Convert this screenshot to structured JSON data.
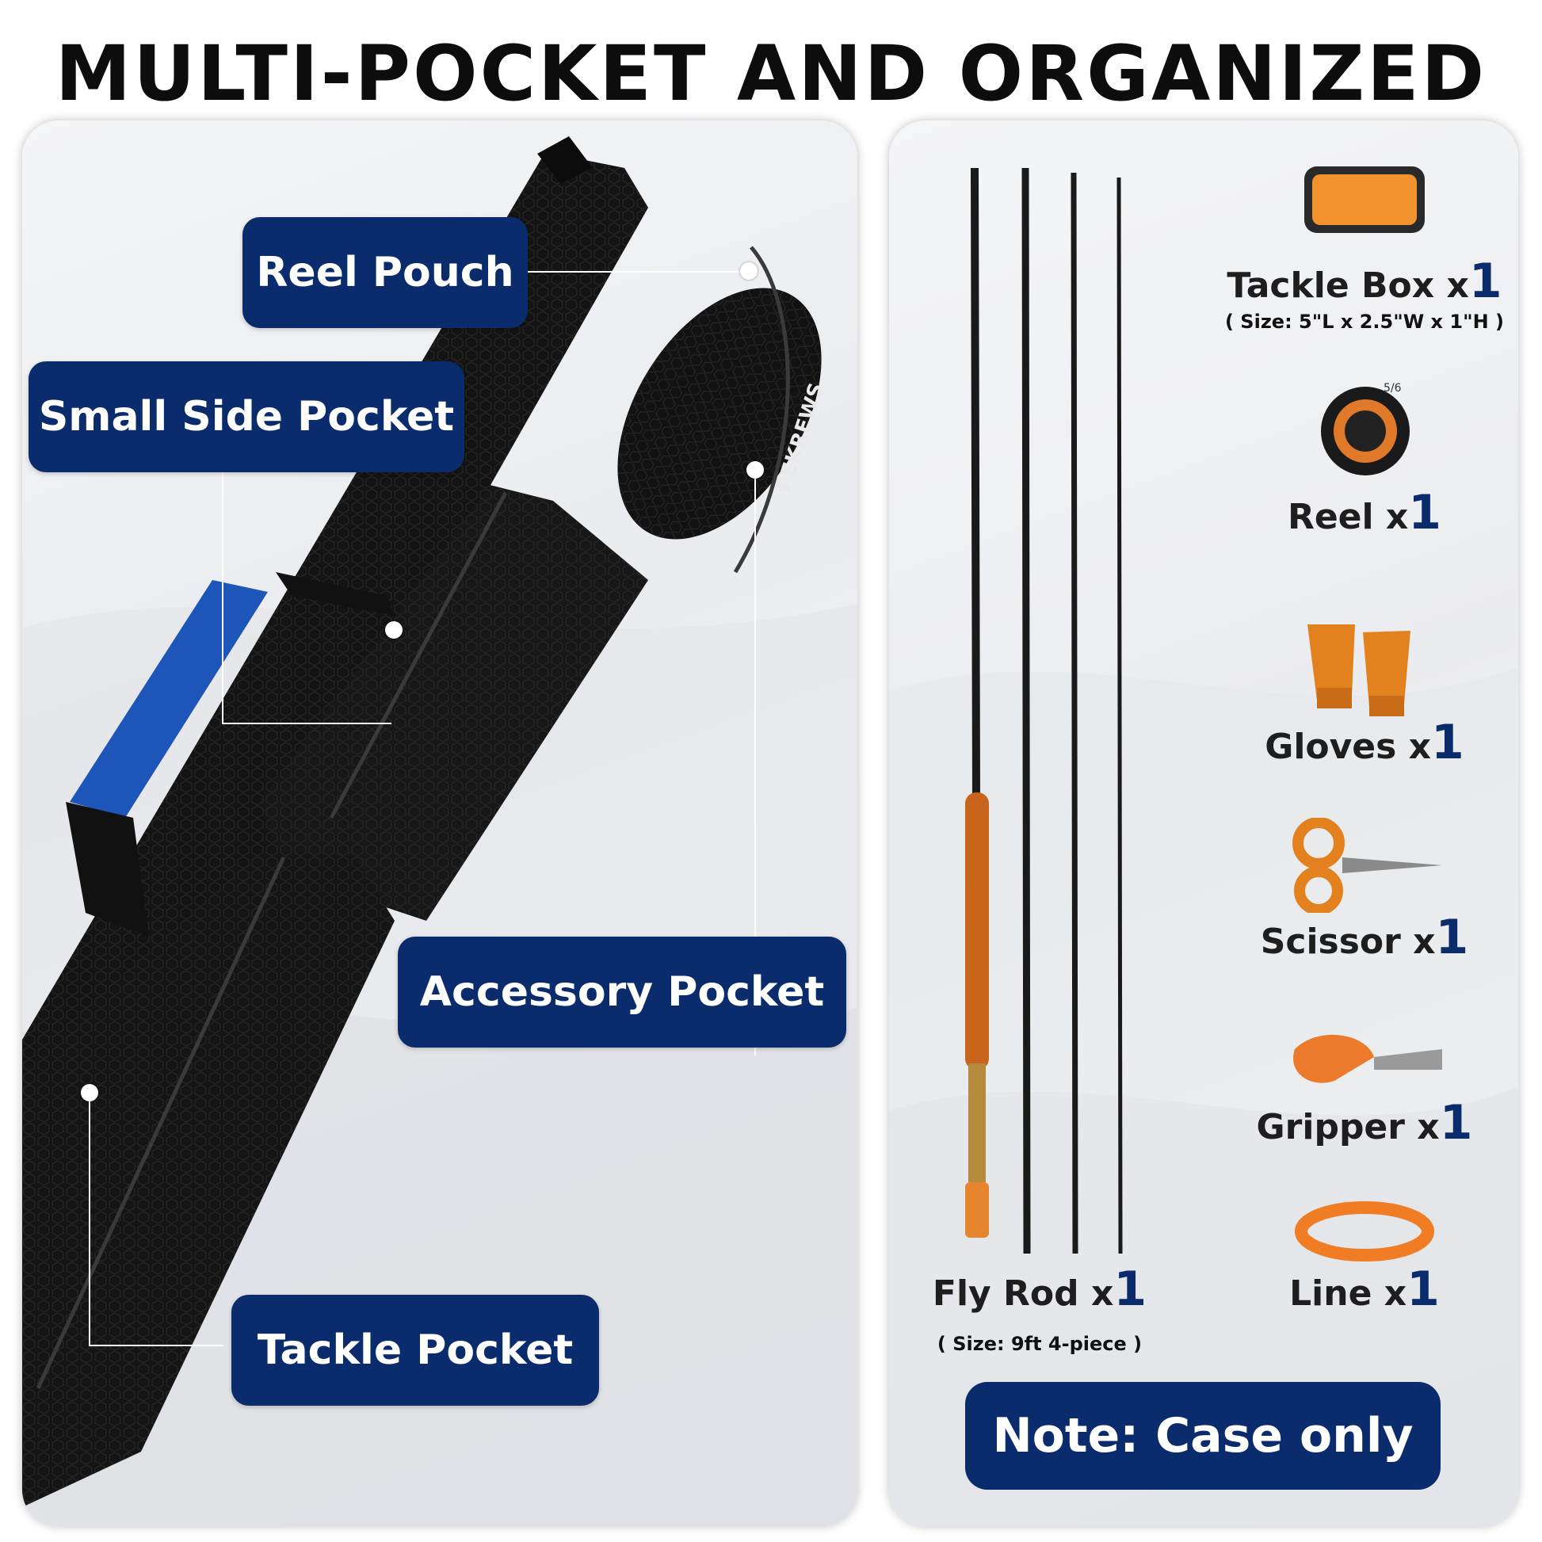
{
  "title": "MULTI-POCKET AND ORGANIZED",
  "brand": "PEKREWS",
  "callouts": {
    "reel_pouch": "Reel Pouch",
    "small_side_pocket": "Small Side Pocket",
    "accessory_pocket": "Accessory Pocket",
    "tackle_pocket": "Tackle Pocket"
  },
  "items": {
    "tackle_box": {
      "name": "Tackle Box x",
      "qty": "1",
      "size": "( Size: 5\"L x 2.5\"W x 1\"H )"
    },
    "reel": {
      "name": "Reel x",
      "qty": "1",
      "badge": "5/6"
    },
    "gloves": {
      "name": "Gloves x",
      "qty": "1"
    },
    "scissor": {
      "name": "Scissor x",
      "qty": "1"
    },
    "gripper": {
      "name": "Gripper x",
      "qty": "1"
    },
    "line": {
      "name": "Line x",
      "qty": "1"
    },
    "fly_rod": {
      "name": "Fly Rod x",
      "qty": "1",
      "size": "( Size: 9ft 4-piece )"
    }
  },
  "note": "Note: Case only",
  "colors": {
    "navy": "#0b2c6c",
    "orange": "#f0862a",
    "black": "#111111",
    "blue_strap": "#1d56b8"
  }
}
